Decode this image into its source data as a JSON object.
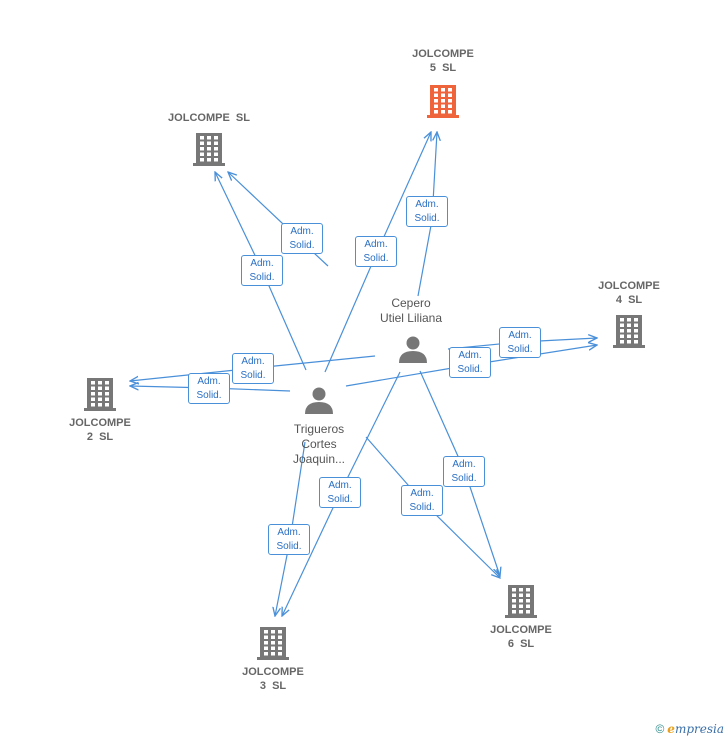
{
  "companies": [
    {
      "id": "jc5",
      "lines": [
        "JOLCOMPE",
        "5  SL"
      ],
      "highlight": true
    },
    {
      "id": "jcsl",
      "lines": [
        "JOLCOMPE  SL"
      ],
      "highlight": false
    },
    {
      "id": "jc4",
      "lines": [
        "JOLCOMPE",
        "4  SL"
      ],
      "highlight": false
    },
    {
      "id": "jc2",
      "lines": [
        "JOLCOMPE",
        "2  SL"
      ],
      "highlight": false
    },
    {
      "id": "jc6",
      "lines": [
        "JOLCOMPE",
        "6  SL"
      ],
      "highlight": false
    },
    {
      "id": "jc3",
      "lines": [
        "JOLCOMPE",
        "3  SL"
      ],
      "highlight": false
    }
  ],
  "persons": [
    {
      "id": "cepero",
      "lines": [
        "Cepero",
        "Utiel Liliana"
      ]
    },
    {
      "id": "trigueros",
      "lines": [
        "Trigueros",
        "Cortes",
        "Joaquin..."
      ]
    }
  ],
  "edge_label": [
    "Adm.",
    "Solid."
  ],
  "edges": [
    {
      "from": "cepero",
      "to": "jc5"
    },
    {
      "from": "trigueros",
      "to": "jc5"
    },
    {
      "from": "cepero",
      "to": "jcsl"
    },
    {
      "from": "trigueros",
      "to": "jcsl"
    },
    {
      "from": "cepero",
      "to": "jc4"
    },
    {
      "from": "trigueros",
      "to": "jc4"
    },
    {
      "from": "cepero",
      "to": "jc2"
    },
    {
      "from": "trigueros",
      "to": "jc2"
    },
    {
      "from": "cepero",
      "to": "jc6"
    },
    {
      "from": "trigueros",
      "to": "jc6"
    },
    {
      "from": "cepero",
      "to": "jc3"
    },
    {
      "from": "trigueros",
      "to": "jc3"
    }
  ],
  "colors": {
    "edge": "#4a90d9",
    "building": "#777777",
    "building_highlight": "#f0643c",
    "person": "#777777"
  },
  "footer": {
    "copyright": "©",
    "brand_e": "e",
    "brand_rest": "mpresia"
  }
}
